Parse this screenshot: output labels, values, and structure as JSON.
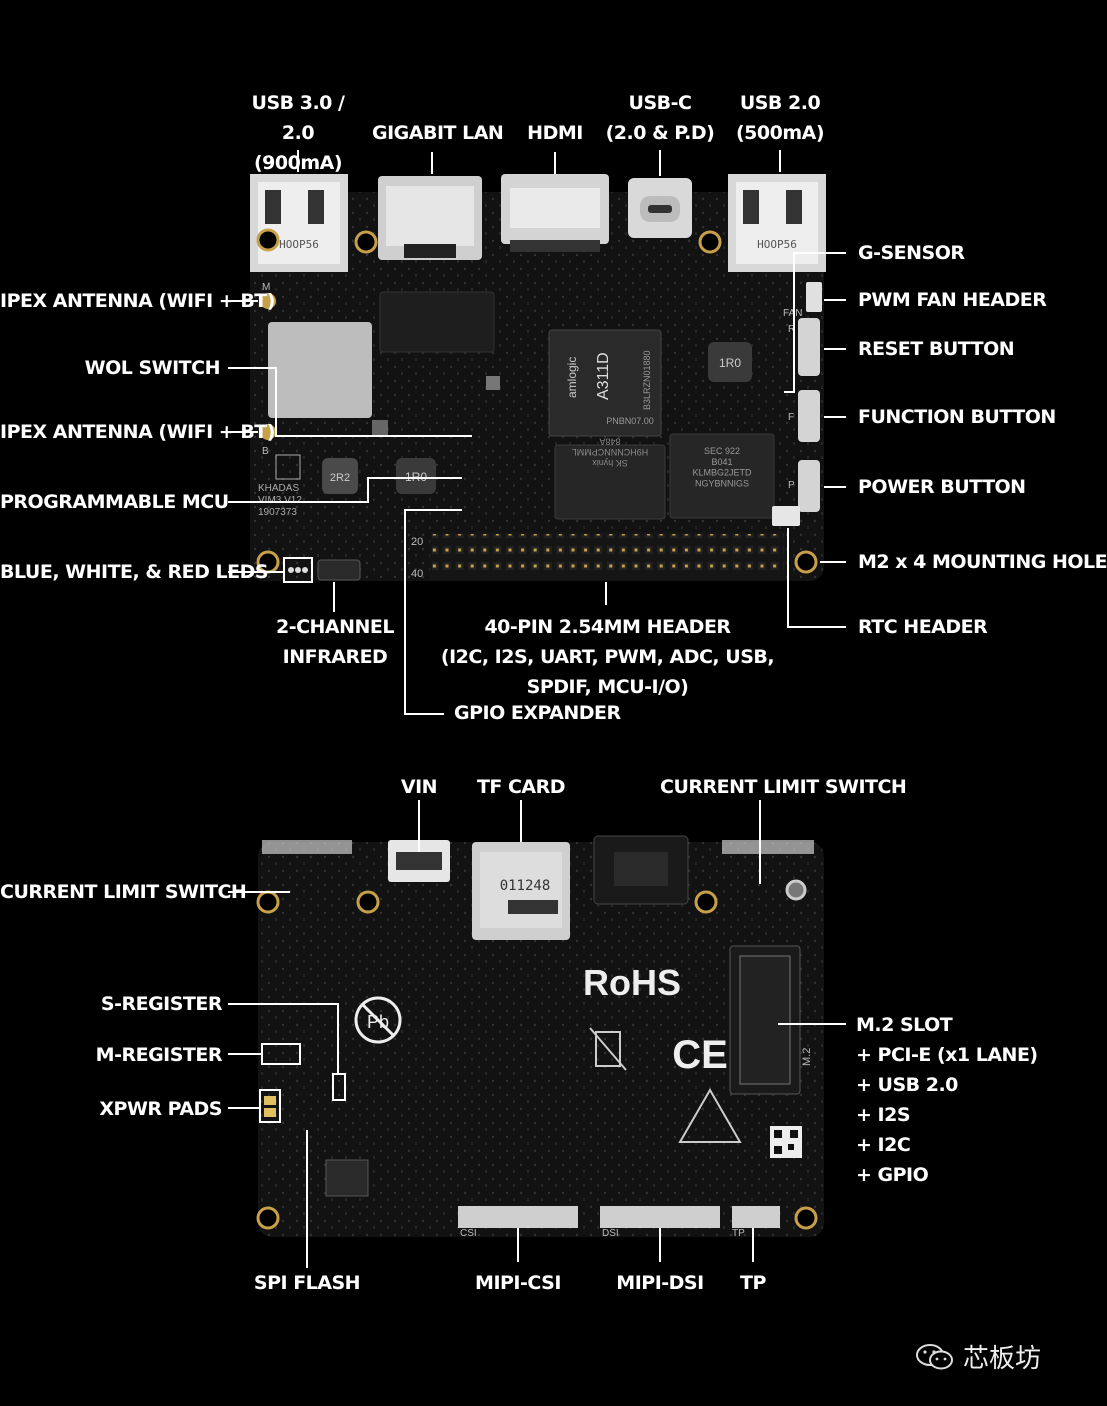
{
  "colors": {
    "background": "#000000",
    "board": "#111111",
    "line": "#ffffff",
    "text": "#ffffff"
  },
  "top_board": {
    "labels": {
      "usb3": "USB 3.0 / 2.0\n(900mA)",
      "lan": "GIGABIT LAN",
      "hdmi": "HDMI",
      "usbc": "USB-C\n(2.0 & P.D)",
      "usb2": "USB 2.0\n(500mA)",
      "gsensor": "G-SENSOR",
      "pwm_fan": "PWM FAN HEADER",
      "reset": "RESET BUTTON",
      "function": "FUNCTION BUTTON",
      "power": "POWER BUTTON",
      "mount_hole": "M2 x 4 MOUNTING HOLE",
      "rtc": "RTC HEADER",
      "ipex1": "IPEX ANTENNA (WIFI + BT)",
      "wol": "WOL SWITCH",
      "ipex2": "IPEX ANTENNA (WIFI + BT)",
      "mcu": "PROGRAMMABLE MCU",
      "leds": "BLUE, WHITE, & RED LEDS",
      "infrared": "2-CHANNEL\nINFRARED",
      "header40": "40-PIN 2.54MM HEADER\n(I2C, I2S, UART, PWM, ADC, USB, SPDIF, MCU-I/O)",
      "gpio_exp": "GPIO EXPANDER"
    },
    "silk": {
      "soc_brand": "amlogic",
      "soc_model": "A311D",
      "soc_code": "B3LRZN01880",
      "soc_sub": "PNBN07.00",
      "emmc": "SEC 922\nB041\nKLMBG2JETD\nNGYBNNIGS",
      "ram": "SK hynix\nH9HCNNNCPMML\n848A",
      "khadas": "KHADAS\nVIM3 V12\n1907373",
      "inductor1": "1R0",
      "inductor2": "1R0",
      "inductor3": "2R2",
      "usb_jack": "HOOP56",
      "pin20": "20",
      "pin40": "40",
      "fan": "FAN",
      "r": "R",
      "f": "F",
      "p": "P",
      "m": "M",
      "b": "B"
    }
  },
  "bottom_board": {
    "labels": {
      "vin": "VIN",
      "tf": "TF CARD",
      "cls_top": "CURRENT LIMIT SWITCH",
      "cls_left": "CURRENT LIMIT SWITCH",
      "sreg": "S-REGISTER",
      "mreg": "M-REGISTER",
      "xpwr": "XPWR PADS",
      "m2": "M.2 SLOT\n+ PCI-E (x1 LANE)\n+ USB 2.0\n+ I2S\n+ I2C\n+ GPIO",
      "spi": "SPI FLASH",
      "csi": "MIPI-CSI",
      "dsi": "MIPI-DSI",
      "tp": "TP"
    },
    "silk": {
      "rohs": "RoHS",
      "ce": "CE",
      "pb": "Pb",
      "tf_code": "011248",
      "csi": "CSI",
      "dsi": "DSI",
      "tp": "TP",
      "m2": "M.2"
    }
  },
  "watermark": {
    "text": "芯板坊",
    "icon": "wechat-icon"
  }
}
